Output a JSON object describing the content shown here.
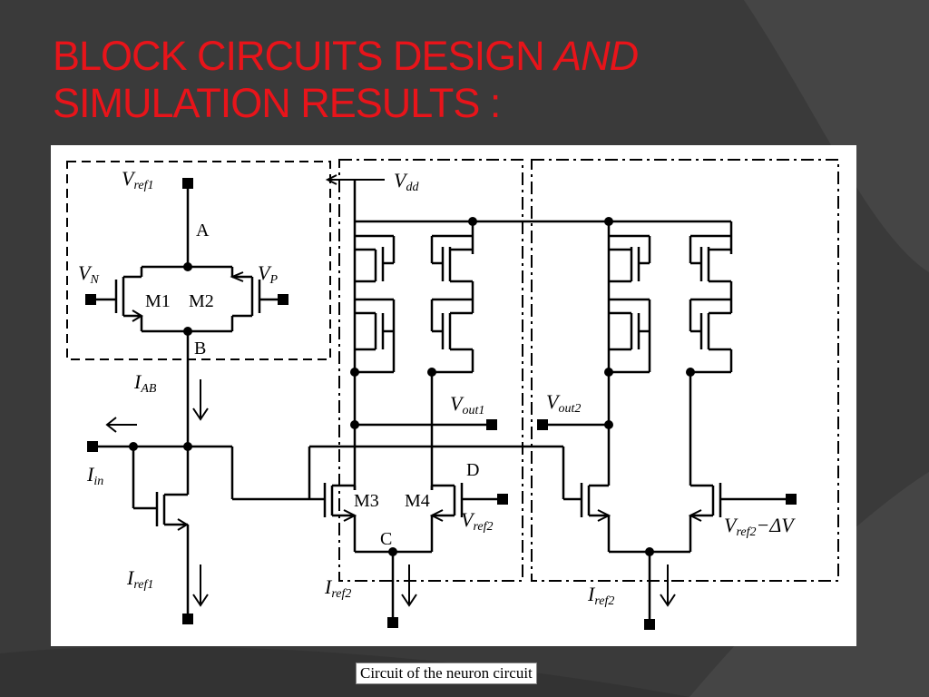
{
  "slide": {
    "title_line1": "BLOCK CIRCUITS DESIGN ",
    "title_and": "AND",
    "title_line2": "SIMULATION RESULTS :",
    "caption": "Circuit of the neuron circuit"
  },
  "colors": {
    "background": "#3a3a3a",
    "title": "#e8141a",
    "figure_bg": "#ffffff",
    "ink": "#000000"
  },
  "circuit": {
    "labels": {
      "vref1": "V",
      "vref1_sub": "ref1",
      "vdd": "V",
      "vdd_sub": "dd",
      "node_a": "A",
      "node_b": "B",
      "node_c": "C",
      "node_d": "D",
      "vn": "V",
      "vn_sub": "N",
      "vp": "V",
      "vp_sub": "P",
      "m1": "M1",
      "m2": "M2",
      "m3": "M3",
      "m4": "M4",
      "iab": "I",
      "iab_sub": "AB",
      "iin": "I",
      "iin_sub": "in",
      "iref1": "I",
      "iref1_sub": "ref1",
      "iref2a": "I",
      "iref2a_sub": "ref2",
      "iref2b": "I",
      "iref2b_sub": "ref2",
      "vout1": "V",
      "vout1_sub": "out1",
      "vout2": "V",
      "vout2_sub": "out2",
      "vref2": "V",
      "vref2_sub": "ref2",
      "vref2dv": "V",
      "vref2dv_sub": "ref2",
      "vref2dv_suffix": "−ΔV"
    }
  }
}
